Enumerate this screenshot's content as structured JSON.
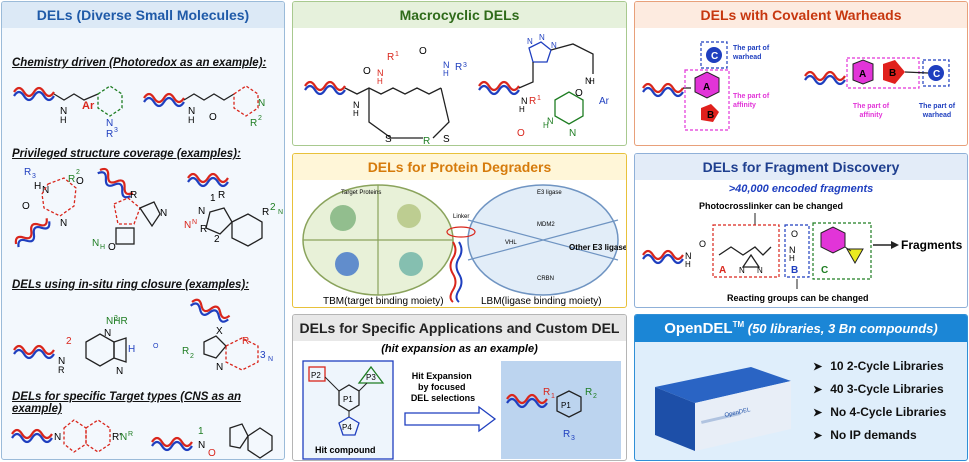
{
  "panels": {
    "dels": {
      "title": "DELs (Diverse Small Molecules)",
      "sections": [
        "Chemistry driven (Photoredox as an example):",
        "Privileged structure coverage (examples):",
        "DELs using in-situ ring closure (examples):",
        "DELs for specific Target types (CNS as an example)"
      ],
      "labels": [
        "N",
        "H",
        "Ar",
        "N",
        "R",
        "3",
        "N",
        "H",
        "O",
        "N",
        "R",
        "2",
        "R",
        "3",
        "H",
        "N",
        "O",
        "R",
        "2",
        "N",
        "O",
        "N",
        "R",
        "O",
        "N",
        "H",
        "R",
        "1",
        "N",
        "N",
        "N",
        "R",
        "2",
        "R",
        "2",
        "N",
        "NHR",
        "3",
        "N",
        "H",
        "O",
        "N",
        "R",
        "2",
        "N",
        "X",
        "R",
        "3",
        "N",
        "N",
        "R",
        "2",
        "N",
        "R'",
        "N",
        "R",
        "1",
        "N",
        "O"
      ]
    },
    "macro": {
      "title": "Macrocyclic DELs",
      "labels": [
        "N",
        "H",
        "O",
        "R",
        "1",
        "N",
        "H",
        "O",
        "N",
        "H",
        "R",
        "3",
        "S",
        "R",
        "S",
        "N",
        "N",
        "N",
        "H",
        "N",
        "O",
        "Ar",
        "H",
        "N",
        "R",
        "1",
        "O",
        "H",
        "N",
        "N"
      ]
    },
    "degraders": {
      "title": "DELs for Protein Degraders",
      "left_header": "Target Proteins",
      "right_header": "E3 ligase",
      "linker": "Linker",
      "e3_labels": [
        "MDM2",
        "VHL",
        "CRBN"
      ],
      "other": "Other E3 ligases",
      "tbm": "TBM(target binding moiety)",
      "lbm": "LBM(ligase binding moiety)"
    },
    "specific": {
      "title": "DELs for Specific Applications and Custom DEL",
      "subtitle": "(hit expansion as an example)",
      "p_labels": [
        "P2",
        "P1",
        "P3",
        "P4"
      ],
      "hit": "Hit compound",
      "arrow_text": "Hit Expansion\nby focused\nDEL selections",
      "product_labels": [
        "R",
        "1",
        "P1",
        "R",
        "2",
        "R",
        "3"
      ]
    },
    "covalent": {
      "title": "DELs with Covalent Warheads",
      "letters": [
        "C",
        "A",
        "B",
        "A",
        "B",
        "C"
      ],
      "left_warhead": "The part of\nwarhead",
      "left_affinity": "The part of\naffinity",
      "right_affinity": "The part of\naffinity",
      "right_warhead": "The part of\nwarhead"
    },
    "fragment": {
      "title": "DELs for Fragment Discovery",
      "subtitle": ">40,000 encoded fragments",
      "photo": "Photocrosslinker can be changed",
      "reacting": "Reacting groups can be changed",
      "fragments": "Fragments",
      "block_labels": [
        "A",
        "B",
        "C"
      ],
      "atoms": [
        "N",
        "H",
        "O",
        "N",
        "N",
        "N",
        "H",
        "O"
      ]
    },
    "opendel": {
      "title": "OpenDEL",
      "tm": "TM",
      "title_rest": " (50 libraries, 3 Bn compounds)",
      "box_text": "OpenDEL",
      "libs": [
        "10 2-Cycle Libraries",
        "40 3-Cycle Libraries",
        "No 4-Cycle Libraries",
        "No IP demands"
      ]
    }
  },
  "colors": {
    "red": "#e0201c",
    "blue": "#1f3fbf",
    "green": "#1e7d22",
    "magenta": "#e234d8",
    "panel_bg_left": "#eaf3fb",
    "panel_title_left": "#1f5aa8"
  }
}
